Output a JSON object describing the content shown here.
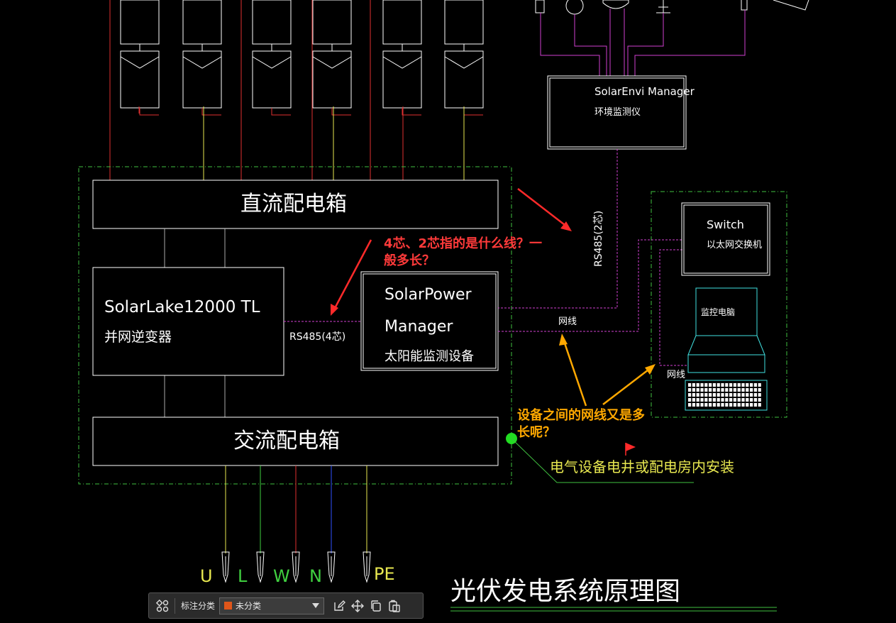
{
  "diagram": {
    "title": "光伏发电系统原理图",
    "dc_box": "直流配电箱",
    "ac_box": "交流配电箱",
    "inverter": {
      "model": "SolarLake12000 TL",
      "name": "并网逆变器"
    },
    "power_manager": {
      "line1": "SolarPower",
      "line2": "Manager",
      "name": "太阳能监测设备"
    },
    "envi_manager": {
      "model": "SolarEnvi Manager",
      "name": "环境监测仪"
    },
    "switch": {
      "model": "Switch",
      "name": "以太网交换机"
    },
    "monitor_pc": "监控电脑",
    "labels": {
      "rs485_4": "RS485(4芯)",
      "rs485_2": "RS485(2芯)",
      "netline_a": "网线",
      "netline_b": "网线",
      "install_note": "电气设备电井或配电房内安装"
    },
    "terminals": [
      "U",
      "L",
      "W",
      "N",
      "PE"
    ]
  },
  "annotations": {
    "question_red": "4芯、2芯指的是什么线？一般多长？",
    "question_orange": "设备之间的网线又是多长呢？"
  },
  "colors": {
    "background": "#000000",
    "line_white": "#ffffff",
    "line_red": "#e03030",
    "line_yellow": "#e8e850",
    "line_magenta": "#d040d0",
    "line_green_dash": "#40c040",
    "annotation_red": "#ff3a3a",
    "annotation_orange": "#ffa800",
    "terminal_yellow": "#e8e850",
    "terminal_green": "#40d040"
  },
  "toolbar": {
    "category_label": "标注分类",
    "category_value": "未分类",
    "swatch_color": "#e0561a",
    "icons": [
      "grid-icon",
      "edit-icon",
      "move-icon",
      "copy-icon",
      "paste-icon"
    ]
  }
}
